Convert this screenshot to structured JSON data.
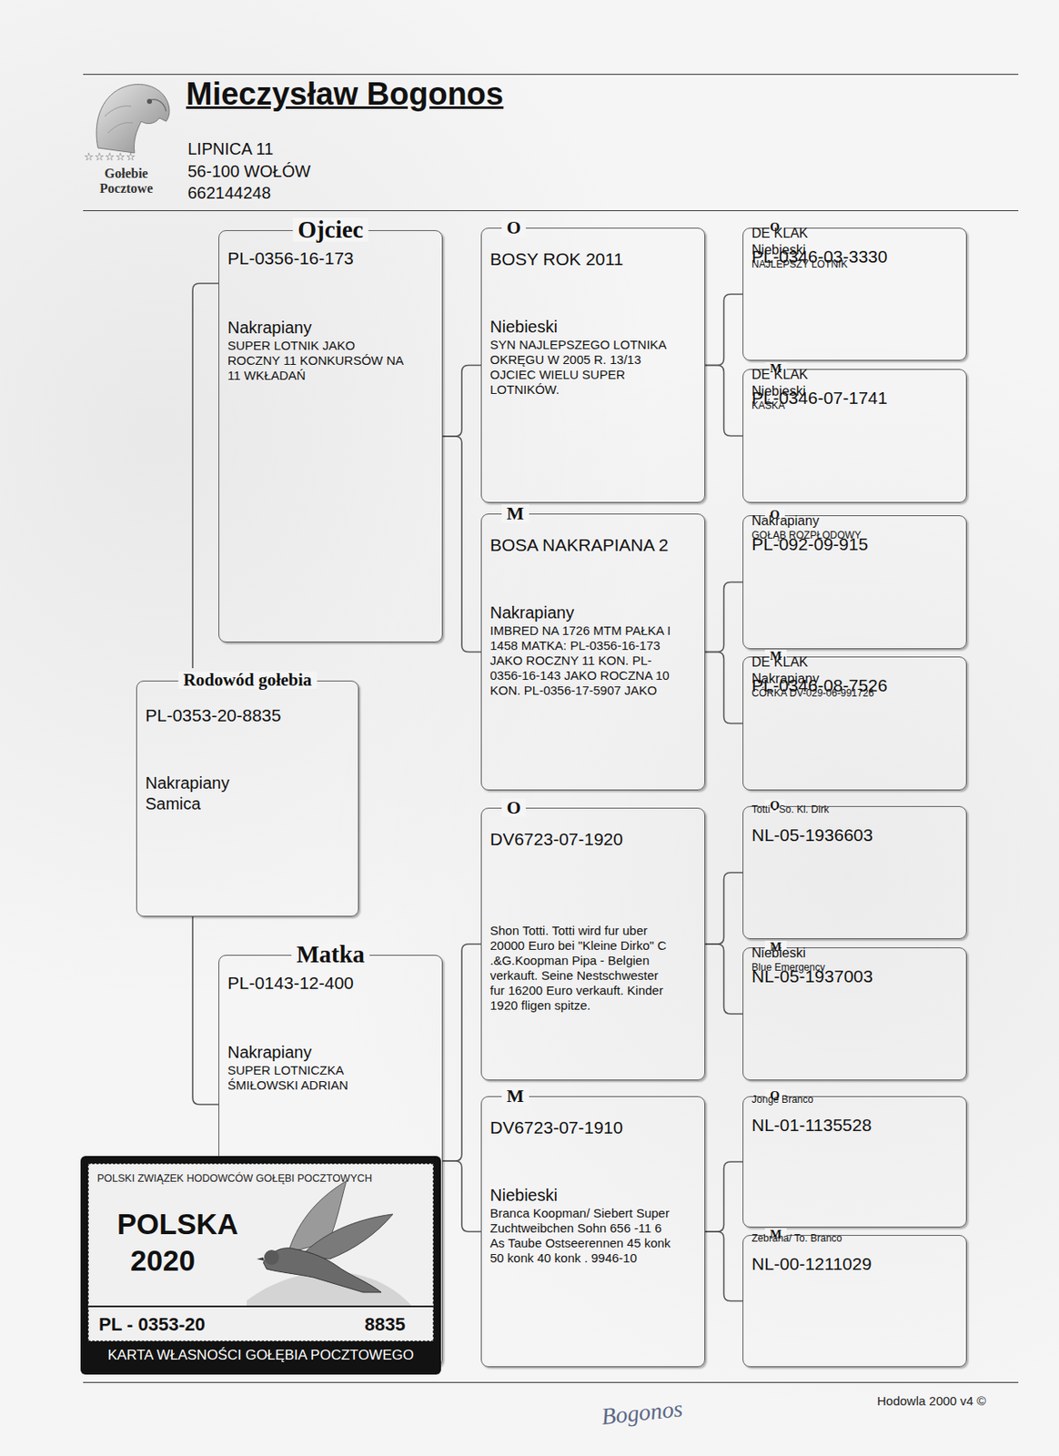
{
  "diagram": {
    "nodes": [
      {
        "text": [
          "Rodowód gołebia",
          "PL-0353-20-8835",
          "Nakrapiany",
          "Samica"
        ]
      },
      {
        "text": [
          "Ojciec",
          "PL-0356-16-173",
          "Nakrapiany",
          "SUPER LOTNIK JAKO ROCZNY 11 KONKURSÓW NA 11 WKŁADAŃ"
        ]
      },
      {
        "text": [
          "Matka",
          "PL-0143-12-400",
          "Nakrapiany",
          "SUPER LOTNICZKA ŚMIŁOWSKI ADRIAN"
        ]
      },
      {
        "text": [
          "O",
          "BOSY ROK 2011",
          "Niebieski",
          "SYN NAJLEPSZEGO LOTNIKA OKRĘGU W 2005 R. 13/13 OJCIEC WIELU SUPER LOTNIKÓW."
        ]
      },
      {
        "text": [
          "M",
          "BOSA NAKRAPIANA 2",
          "Nakrapiany",
          "IMBRED NA 1726 MTM PAŁKA I 1458 MATKA: PL-0356-16-173 JAKO ROCZNY 11 KON. PL-0356-16-143 JAKO ROCZNA 10 KON. PL-0356-17-5907 JAKO"
        ]
      },
      {
        "text": [
          "O",
          "DV6723-07-1920",
          "Shon Totti. Totti wird fur uber 20000 Euro bei \"Kleine Dirko\" C .&G.Koopman Pipa - Belgien verkauft. Seine Nestschwester fur 16200 Euro verkauft. Kinder 1920 fligen spitze."
        ]
      },
      {
        "text": [
          "M",
          "DV6723-07-1910",
          "Niebieski",
          "Branca Koopman/ Siebert Super Zuchtweibchen Sohn 656 -11 6 As Taube Ostseerennen 45 konk 50 konk 40 konk . 9946-10"
        ]
      },
      {
        "text": [
          "O",
          "PL-0346-03-3330",
          "DE KLAK",
          "Niebieski",
          "NAJLEPSZY LOTNIK"
        ]
      },
      {
        "text": [
          "M",
          "PL-0346-07-1741",
          "DE KLAK",
          "Niebieski",
          "KAŚKA"
        ]
      },
      {
        "text": [
          "O",
          "PL-092-09-915",
          "Nakrapiany",
          "GOŁĄB ROZPŁODOWY"
        ]
      },
      {
        "text": [
          "M",
          "PL-0346-08-7526",
          "DE KLAK",
          "Nakrapiany",
          "CÓRKA DV-029-06-991726"
        ]
      },
      {
        "text": [
          "O",
          "NL-05-1936603",
          "Totti - So. Kl. Dirk"
        ]
      },
      {
        "text": [
          "M",
          "NL-05-1937003",
          "Niebieski",
          "Blue Emergency"
        ]
      },
      {
        "text": [
          "O",
          "NL-01-1135528",
          "Jonge Branco"
        ]
      },
      {
        "text": [
          "M",
          "NL-00-1211029",
          "Zebrana/ To. Branco"
        ]
      }
    ],
    "edges": [
      {
        "from": 0,
        "to": 1,
        "arrow": "none"
      },
      {
        "from": 0,
        "to": 2,
        "arrow": "none"
      },
      {
        "from": 1,
        "to": 3,
        "arrow": "none"
      },
      {
        "from": 1,
        "to": 4,
        "arrow": "none"
      },
      {
        "from": 2,
        "to": 5,
        "arrow": "none"
      },
      {
        "from": 2,
        "to": 6,
        "arrow": "none"
      },
      {
        "from": 3,
        "to": 7,
        "arrow": "none"
      },
      {
        "from": 3,
        "to": 8,
        "arrow": "none"
      },
      {
        "from": 4,
        "to": 9,
        "arrow": "none"
      },
      {
        "from": 4,
        "to": 10,
        "arrow": "none"
      },
      {
        "from": 5,
        "to": 11,
        "arrow": "none"
      },
      {
        "from": 5,
        "to": 12,
        "arrow": "none"
      },
      {
        "from": 6,
        "to": 13,
        "arrow": "none"
      },
      {
        "from": 6,
        "to": 14,
        "arrow": "none"
      }
    ],
    "labels": [
      "Mieczysław Bogonos",
      "LIPNICA 11",
      "56-100 WOŁÓW",
      "662144248",
      "☆☆☆☆☆",
      "Gołebie Pocztowe",
      "POLSKI ZWIĄZEK HODOWCÓW GOŁĘBI POCZTOWYCH",
      "POLSKA",
      "2020",
      "PL - 0353-20",
      "8835",
      "KARTA WŁASNOŚCI GOŁĘBIA POCZTOWEGO",
      "Bogonos",
      "Hodowla 2000 v4 ©"
    ]
  }
}
